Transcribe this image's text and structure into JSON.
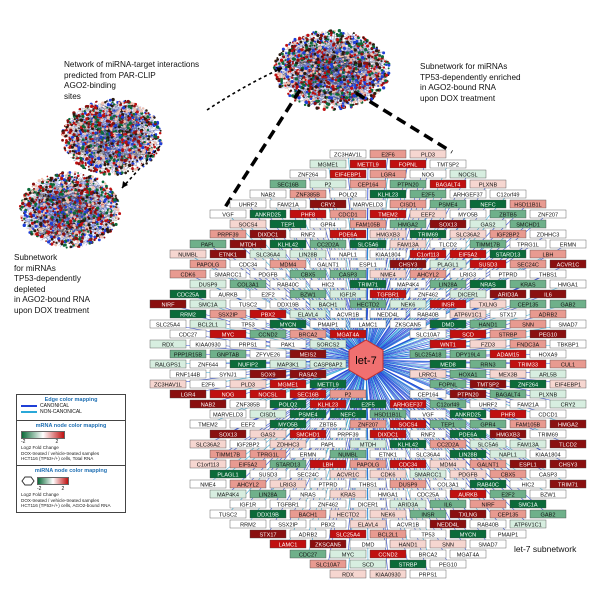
{
  "captions": {
    "network": "Network of miRNA-target interactions\npredicted from PAR-CLIP\nAGO2-binding\nsites",
    "enriched": "Subnetwork for miRNAs\nTP53-dependently enriched\nin AGO2-bound RNA\nupon DOX treatment",
    "depleted": "Subnetwork\nfor miRNAs\nTP53-dependently\ndepleted\nin AGO2-bound RNA\nupon DOX treatment",
    "let7": "let-7 subnetwork"
  },
  "hub": {
    "label": "let-7"
  },
  "legend": {
    "edge": {
      "title": "Edge color mapping",
      "canonical": "CANONICAL",
      "noncanonical": "NON-CANONICAL"
    },
    "mrna": {
      "title": "mRNA node color mapping",
      "min": "-2",
      "max": "2",
      "note1": "Log2 Fold Change",
      "note2": "DOX-treated / vehicle-treated samples",
      "note3": "HCT116 (TP53+/+) cells, Total RNA"
    },
    "mirna": {
      "title": "miRNA node color mapping",
      "min": "-2",
      "max": "2",
      "note1": "Log2 Fold Change",
      "note2": "DOX-treated / vehicle-treated samples",
      "note3": "HCT116 (TP53+/+) cells, AGO2-bound RNA"
    }
  },
  "colors": {
    "canonical": "#1f3fd6",
    "noncanonical": "#2aa8d8",
    "up": "#c01010",
    "down": "#0c6b3a",
    "hub": "#f07070"
  },
  "genes": [
    "ZC3HAV1L",
    "E2F6",
    "PLD3",
    "MGME1",
    "METTL9",
    "FOPNL",
    "TMTSP2",
    "ZNF264",
    "EIF4EBP1",
    "LGR4",
    "NOG",
    "NOCSL",
    "SEC16B",
    "P2",
    "CEP164",
    "PTPN20",
    "BAGALT4",
    "PLXNB",
    "NAB2",
    "ZNF385B",
    "POLQ2",
    "KLHL23",
    "E2F5",
    "ARHGEF37",
    "C12orf49",
    "UHRF2",
    "FAM21A",
    "CRY2",
    "MARVELD3",
    "CISD1",
    "PSME4",
    "NEFC",
    "HSD11B1L",
    "VGF",
    "ANKRD25",
    "PHF8",
    "CDCD1",
    "TMEM2",
    "EEF2",
    "MYO5B",
    "ZBTB5",
    "ZNF207",
    "SOCS4",
    "TEP1",
    "GPR4",
    "FAM105B",
    "HMGA2",
    "SOX13",
    "GAS2",
    "SMCHD1",
    "PRPF39",
    "DIXDC1",
    "RNF2",
    "PDE6A",
    "HMGXB3",
    "TRIM69",
    "SLC36A2",
    "IGF2BP2",
    "ZDHHC3",
    "PAPL",
    "MTDH",
    "KLHL42",
    "CC2D2A",
    "SLC5A6",
    "FAM13A",
    "TLCD2",
    "TIMM17B",
    "TPRG1L",
    "ERMN",
    "NUMBL",
    "ETNK1",
    "SLC36A4",
    "LIN28B",
    "NAPL1",
    "KIAA1804",
    "C1orf113",
    "EIF5A2",
    "STARD13",
    "LBH",
    "PAPOLG",
    "CDC34",
    "MDM4",
    "GALNT1",
    "ESPL1",
    "CHSY3",
    "PLAGL1",
    "SUSD3",
    "SEC24C",
    "ACVR1C",
    "CDK6",
    "SMARCC1",
    "PDGFB",
    "CBX5",
    "CASP3",
    "NME4",
    "AHCYL2",
    "LRIG3",
    "PTPRD",
    "THBS1",
    "DUSP9",
    "COL3A1",
    "RAB40C",
    "HIC2",
    "TRIM71",
    "MAP4K4",
    "LIN28A",
    "NRAS",
    "KRAS",
    "HMGA1",
    "CDC25A",
    "AURKB",
    "E2F2",
    "BZW1",
    "IGF1R",
    "TGFBR1",
    "ZNF462",
    "DICER1",
    "ARID3A",
    "IL6",
    "NIRF",
    "SMC1A",
    "TUSC2",
    "DDX19B",
    "BACH1",
    "HECTD2",
    "NEK6",
    "INSR",
    "TXLNG",
    "CEP135",
    "GAB2",
    "RRM2",
    "SSX2IP",
    "PBX2",
    "ELAVL4",
    "ACVR1B",
    "NEDD4L",
    "RAB40B",
    "ATP6V1C1",
    "STX17",
    "ADRB2",
    "SLC25A4",
    "BCL2L1",
    "TP53",
    "MYCN",
    "PMAIP1",
    "LAMC1",
    "ZKSCAN5",
    "DMD",
    "HAND1",
    "SNN",
    "SMAD7",
    "CDC27",
    "MYC",
    "CCND2",
    "BRCA2",
    "MGAT4A",
    "SLC10A7",
    "SCD",
    "STRBP",
    "PEG10",
    "RDX",
    "KIAA0930",
    "PRPS1",
    "PAK1",
    "SORCS2",
    "WNT1",
    "FZD3",
    "FNDC3A",
    "TBKBP1",
    "PPP1R15B",
    "GNPTAB",
    "ZFYVE26",
    "MEIS2",
    "SLC25A18",
    "DPY19L4",
    "ADAM15",
    "HOXA9",
    "RALGPS1",
    "ZNF644",
    "NUFIP2",
    "MAP3K1",
    "CASP8AP2",
    "MED8",
    "RRN3",
    "TRIM33",
    "CUL1",
    "RNF144B",
    "SYNJ1",
    "SOX9",
    "RASA2",
    "LRRC1",
    "HOXA1",
    "MEX3B",
    "ARL5B"
  ],
  "hubs": [
    "hub-network",
    "hub-enriched",
    "hub-depleted"
  ]
}
